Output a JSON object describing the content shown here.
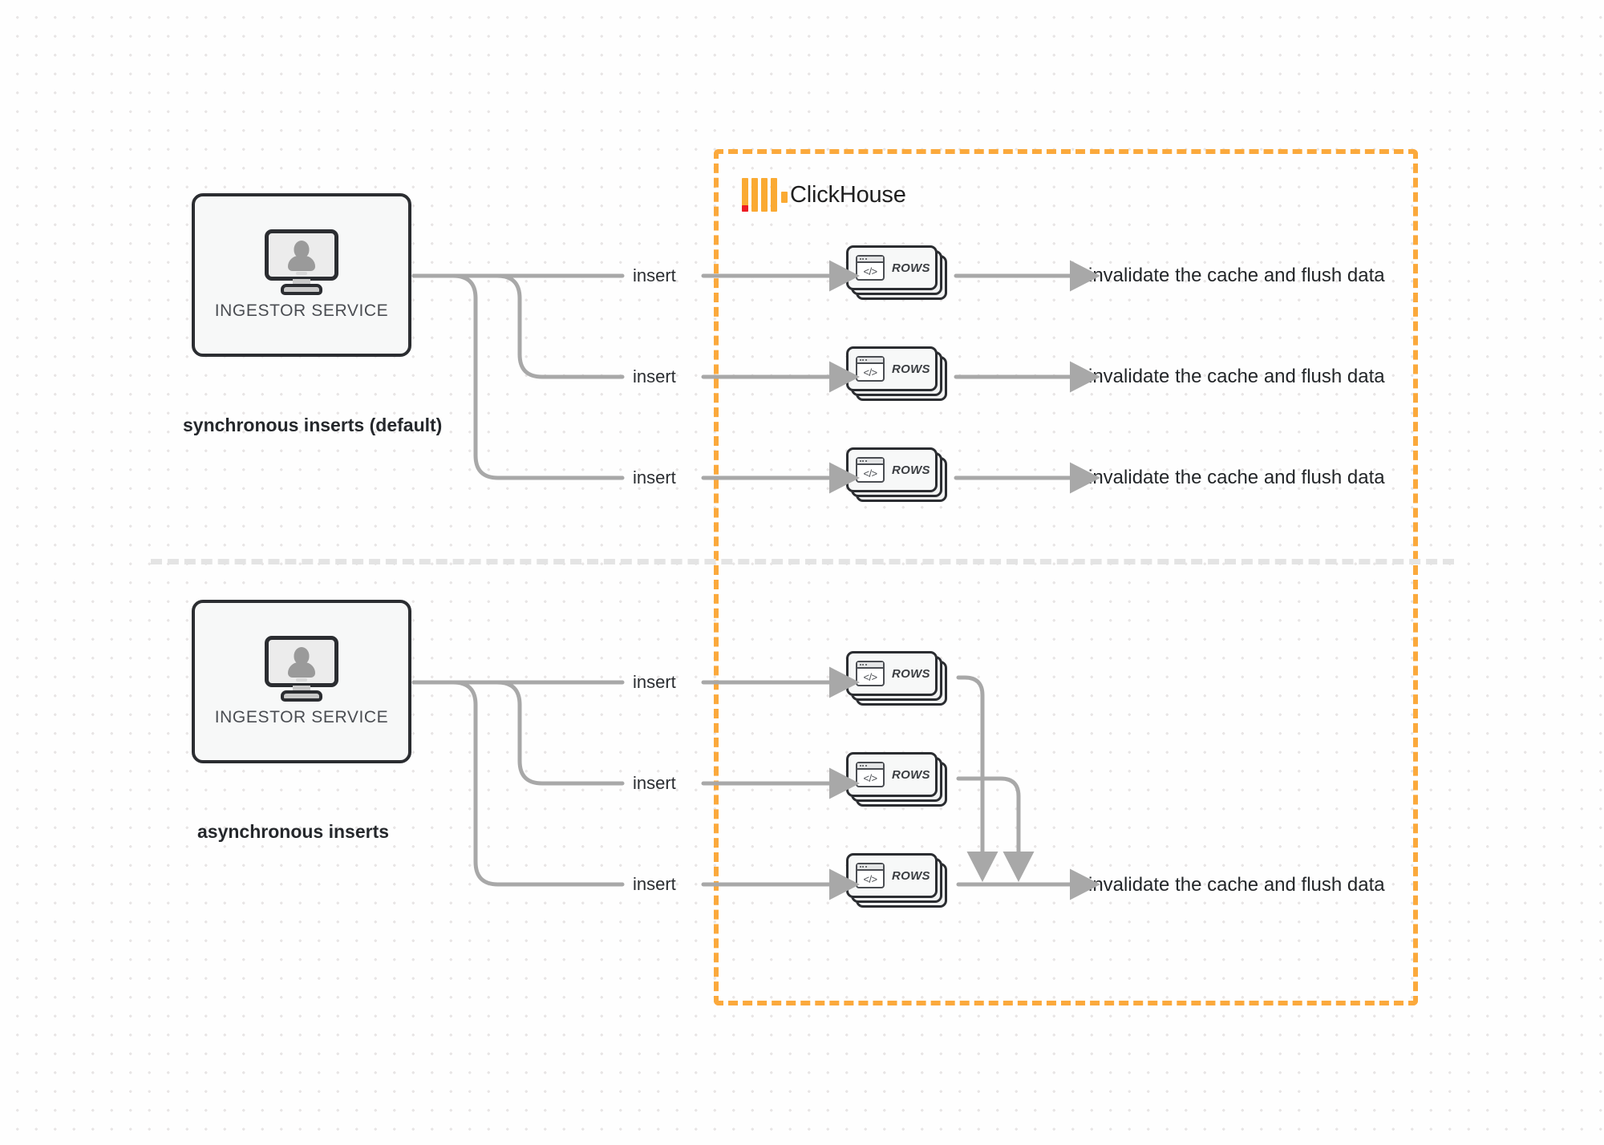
{
  "diagram": {
    "title": "ClickHouse synchronous vs asynchronous inserts",
    "colors": {
      "accent_orange": "#FBA93C",
      "logo_red": "#ED1C24",
      "wire_gray": "#A8A8A8",
      "node_outline": "#2B2D31",
      "divider_gray": "#E4E4E4"
    }
  },
  "clickhouse_region": {
    "label": "ClickHouse",
    "logo_name": "clickhouse-logo"
  },
  "sections": [
    {
      "id": "sync",
      "caption": "synchronous inserts (default)",
      "node": {
        "label": "INGESTOR SERVICE",
        "icon": "monitor-user-icon"
      },
      "flows": [
        {
          "insert_label": "insert",
          "card_label": "ROWS",
          "outcome": "invalidate the cache and flush data"
        },
        {
          "insert_label": "insert",
          "card_label": "ROWS",
          "outcome": "invalidate the cache and flush data"
        },
        {
          "insert_label": "insert",
          "card_label": "ROWS",
          "outcome": "invalidate the cache and flush data"
        }
      ]
    },
    {
      "id": "async",
      "caption": "asynchronous inserts",
      "node": {
        "label": "INGESTOR SERVICE",
        "icon": "monitor-user-icon"
      },
      "flows": [
        {
          "insert_label": "insert",
          "card_label": "ROWS"
        },
        {
          "insert_label": "insert",
          "card_label": "ROWS"
        },
        {
          "insert_label": "insert",
          "card_label": "ROWS"
        }
      ],
      "merged_outcome": "invalidate the cache and flush data"
    }
  ]
}
